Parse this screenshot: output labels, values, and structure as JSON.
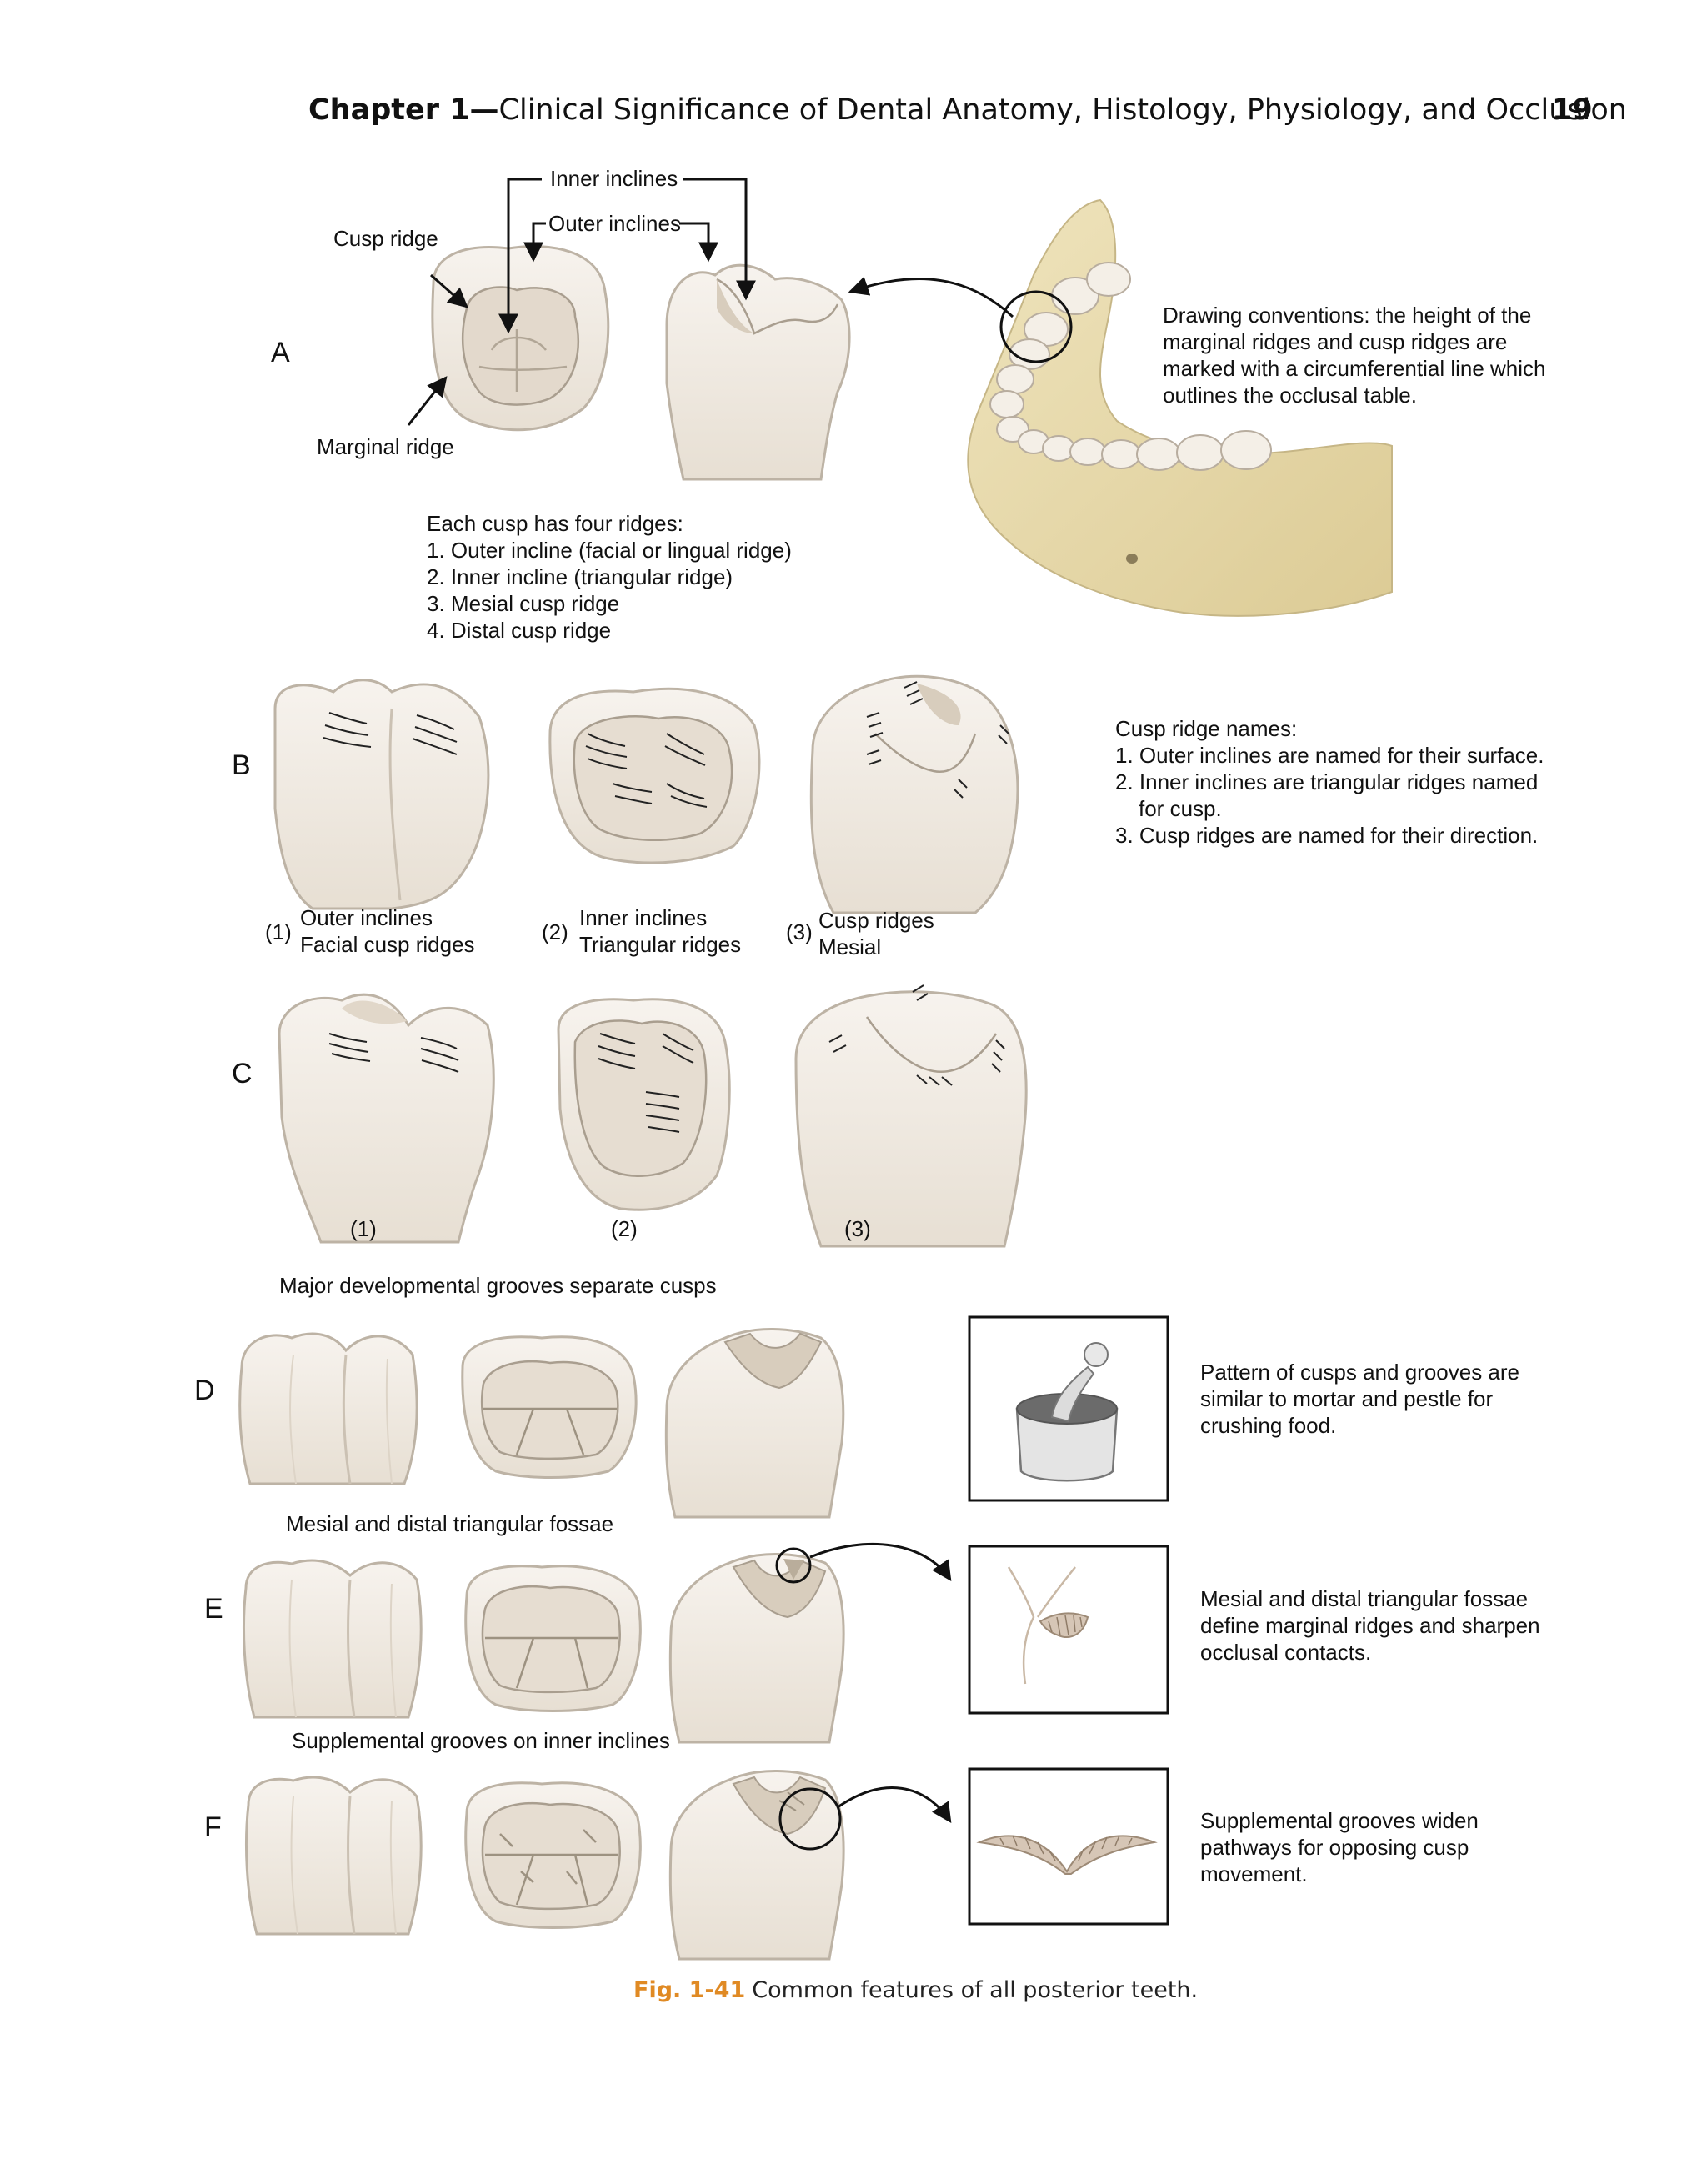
{
  "header": {
    "chapter": "Chapter 1—",
    "title": "Clinical Significance of Dental Anatomy, Histology, Physiology, and Occlusion",
    "page_number": "19"
  },
  "panel_a": {
    "letter": "A",
    "labels": {
      "inner_inclines": "Inner inclines",
      "outer_inclines": "Outer inclines",
      "cusp_ridge": "Cusp ridge",
      "marginal_ridge": "Marginal ridge"
    },
    "drawing_conventions": [
      "Drawing conventions: the height of the",
      "marginal ridges and cusp ridges are",
      "marked with a circumferential line which",
      "outlines the occlusal table."
    ],
    "four_ridges": [
      "Each cusp has four ridges:",
      "1. Outer incline (facial or lingual ridge)",
      "2. Inner incline (triangular ridge)",
      "3. Mesial cusp ridge",
      "4. Distal cusp ridge"
    ]
  },
  "panel_b": {
    "letter": "B",
    "items": [
      {
        "num": "(1)",
        "line1": "Outer inclines",
        "line2": "Facial cusp ridges"
      },
      {
        "num": "(2)",
        "line1": "Inner inclines",
        "line2": "Triangular ridges"
      },
      {
        "num": "(3)",
        "line1": "Cusp ridges",
        "line2": "Mesial"
      }
    ],
    "names": [
      "Cusp ridge names:",
      "1. Outer inclines are named for their surface.",
      "2. Inner inclines are triangular ridges named",
      "for cusp.",
      "3. Cusp ridges are named for their direction."
    ]
  },
  "panel_c": {
    "letter": "C",
    "nums": [
      "(1)",
      "(2)",
      "(3)"
    ]
  },
  "panel_d": {
    "letter": "D",
    "title": "Major developmental grooves separate cusps",
    "note": [
      "Pattern of cusps and grooves are",
      "similar to mortar and pestle for",
      "crushing food."
    ]
  },
  "panel_e": {
    "letter": "E",
    "title": "Mesial and distal triangular fossae",
    "note": [
      "Mesial and distal triangular fossae",
      "define marginal ridges and sharpen",
      "occlusal contacts."
    ]
  },
  "panel_f": {
    "letter": "F",
    "title": "Supplemental grooves on inner inclines",
    "note": [
      "Supplemental grooves widen",
      "pathways for opposing cusp",
      "movement."
    ]
  },
  "caption": {
    "label": "Fig. 1-41",
    "text": "Common features of all posterior teeth."
  },
  "colors": {
    "tooth_fill": "#f1ece4",
    "tooth_shade": "#d9d0c3",
    "bone": "#e9dcb0",
    "caption_label": "#e08a24"
  }
}
